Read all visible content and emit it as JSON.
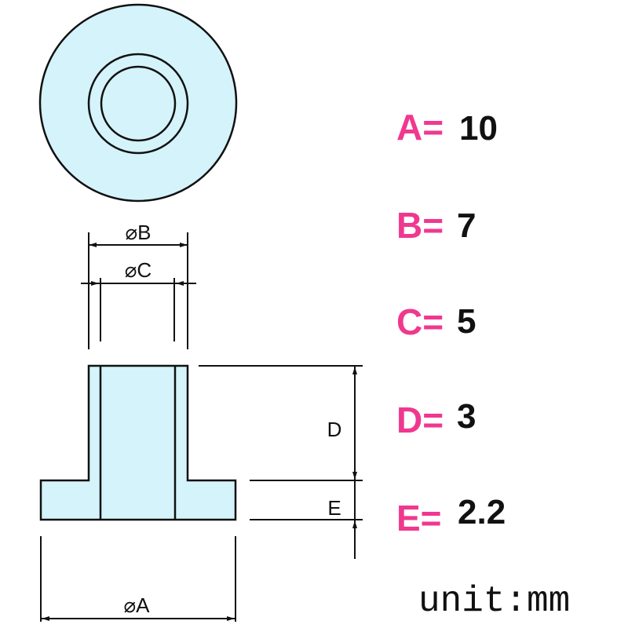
{
  "colors": {
    "fill": "#d4f3fb",
    "line": "#111111",
    "key": "#f0388f"
  },
  "drawing": {
    "label_b": "⌀B",
    "label_c": "⌀C",
    "label_d": "D",
    "label_e": "E",
    "label_a": "⌀A"
  },
  "dimensions": [
    {
      "key": "A=",
      "value": "10"
    },
    {
      "key": "B=",
      "value": "7"
    },
    {
      "key": "C=",
      "value": "5"
    },
    {
      "key": "D=",
      "value": "3"
    },
    {
      "key": "E=",
      "value": "2.2"
    }
  ],
  "unit_label": "unit:mm"
}
